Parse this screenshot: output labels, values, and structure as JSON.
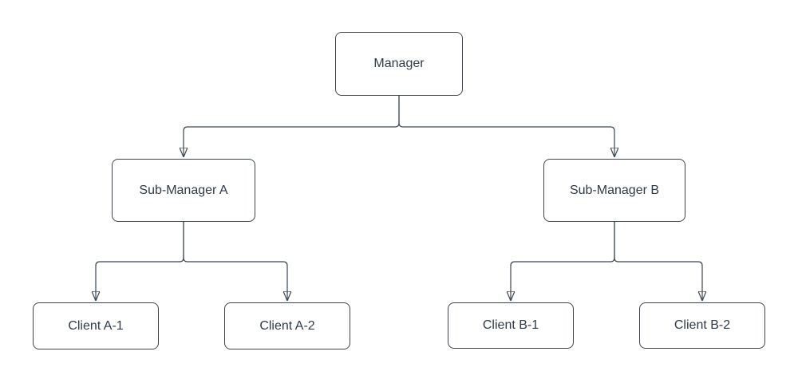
{
  "diagram": {
    "type": "org-chart",
    "nodes": {
      "manager": {
        "label": "Manager"
      },
      "sub_a": {
        "label": "Sub-Manager A"
      },
      "sub_b": {
        "label": "Sub-Manager B"
      },
      "client_a1": {
        "label": "Client A-1"
      },
      "client_a2": {
        "label": "Client A-2"
      },
      "client_b1": {
        "label": "Client B-1"
      },
      "client_b2": {
        "label": "Client B-2"
      }
    },
    "edges": [
      {
        "from": "Manager",
        "to": "Sub-Manager A"
      },
      {
        "from": "Manager",
        "to": "Sub-Manager B"
      },
      {
        "from": "Sub-Manager A",
        "to": "Client A-1"
      },
      {
        "from": "Sub-Manager A",
        "to": "Client A-2"
      },
      {
        "from": "Sub-Manager B",
        "to": "Client B-1"
      },
      {
        "from": "Sub-Manager B",
        "to": "Client B-2"
      }
    ],
    "colors": {
      "stroke": "#3a4551",
      "text": "#2f3a47",
      "node_fill": "#ffffff",
      "background": "#ffffff"
    }
  }
}
